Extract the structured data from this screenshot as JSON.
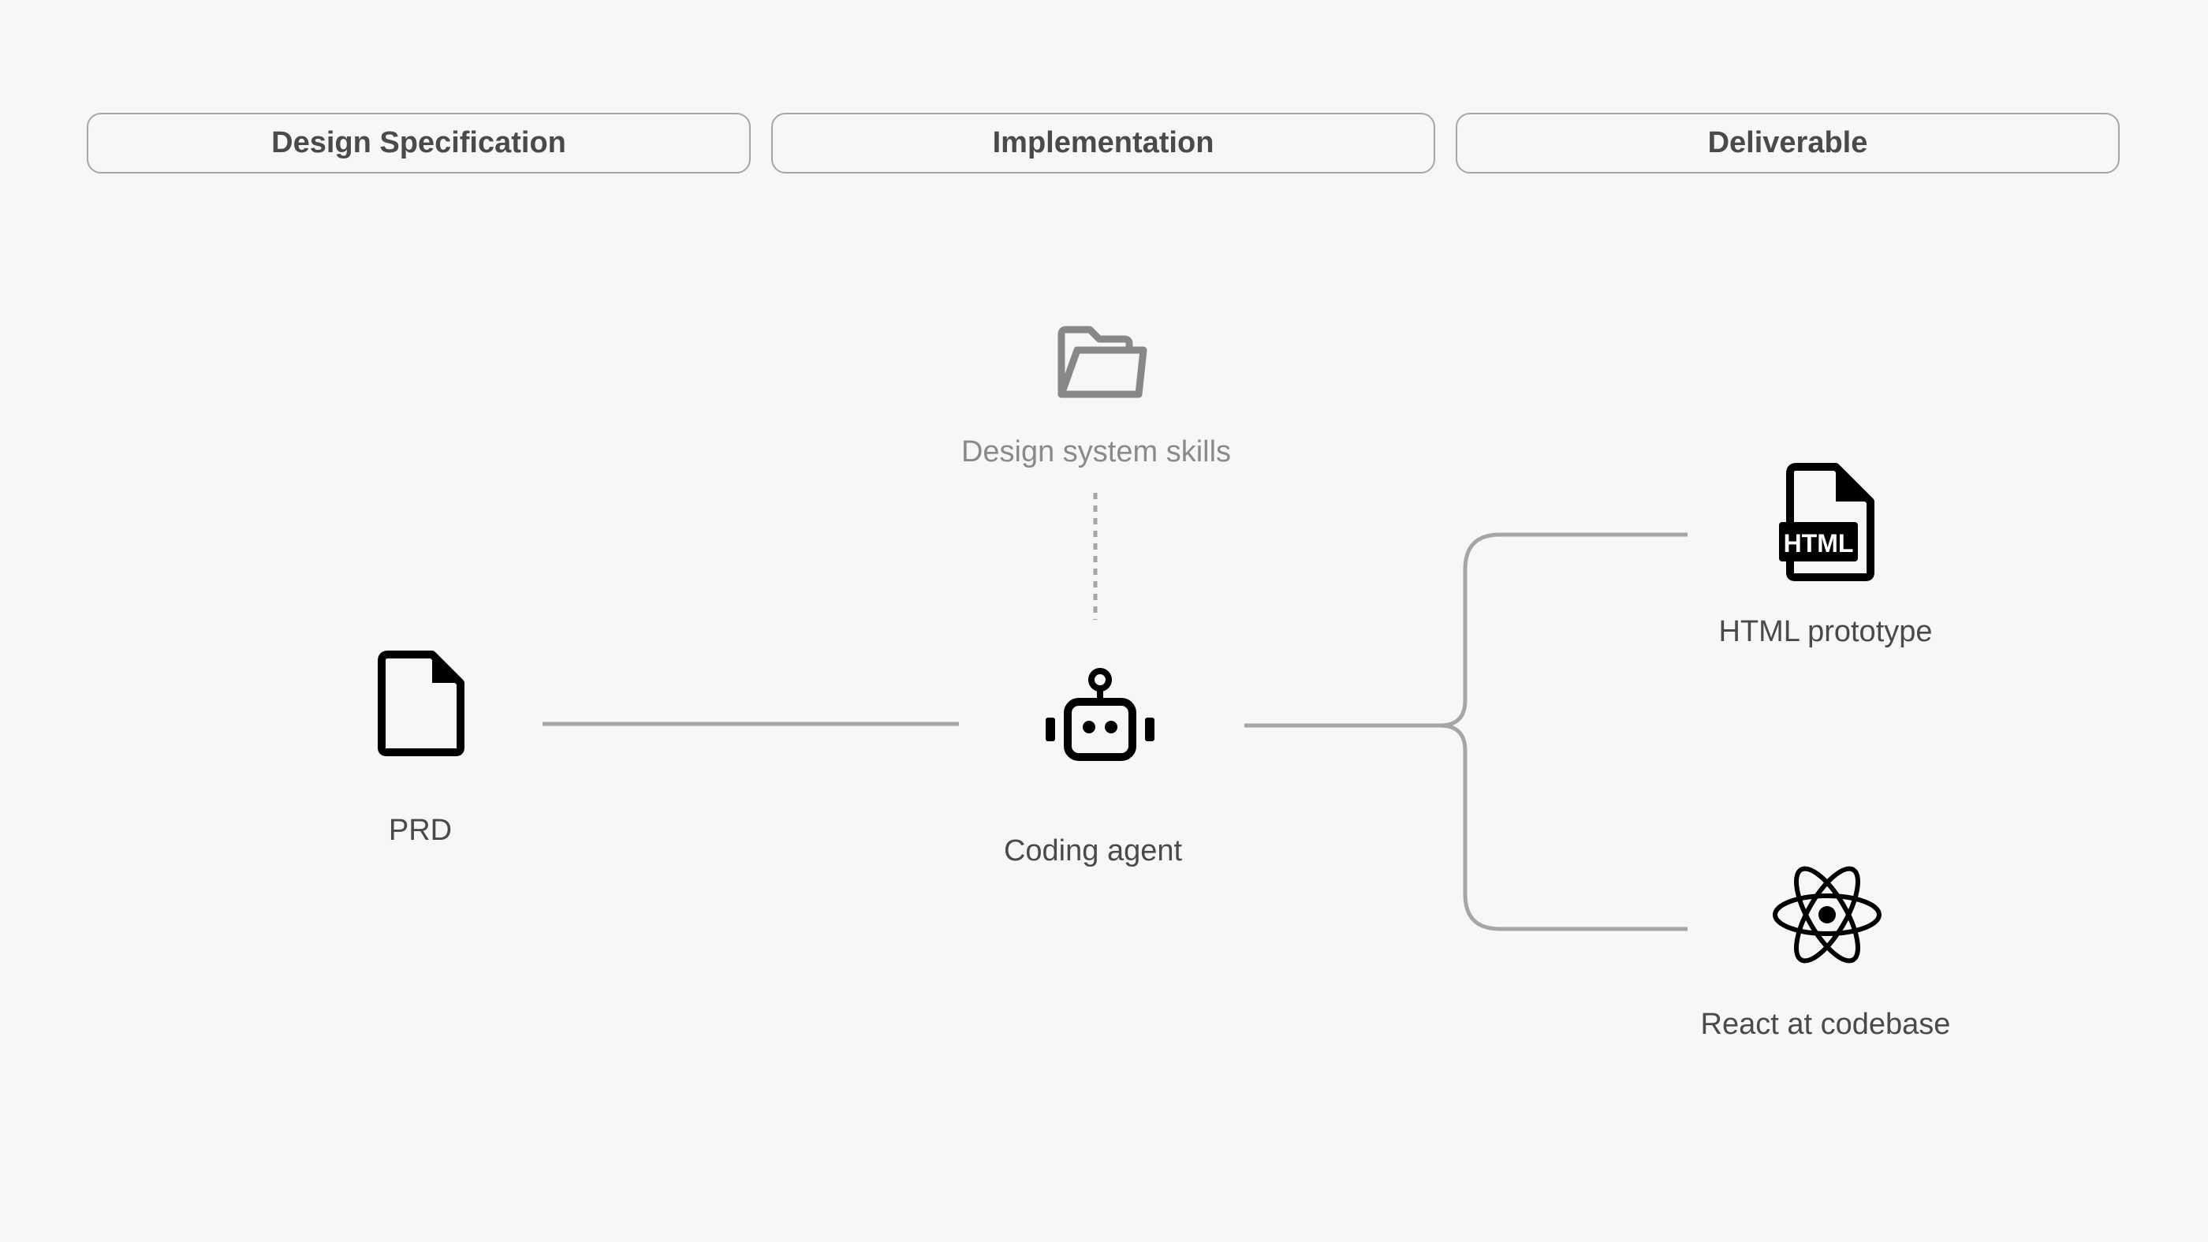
{
  "headers": {
    "spec": "Design Specification",
    "implementation": "Implementation",
    "deliverable": "Deliverable"
  },
  "nodes": {
    "prd": {
      "label": "PRD",
      "icon": "document-icon"
    },
    "skills": {
      "label": "Design system skills",
      "icon": "folder-open-icon"
    },
    "agent": {
      "label": "Coding agent",
      "icon": "robot-icon"
    },
    "html_prototype": {
      "label": "HTML prototype",
      "icon": "html-file-icon",
      "badge": "HTML"
    },
    "react": {
      "label": "React at codebase",
      "icon": "react-atom-icon"
    }
  },
  "colors": {
    "background": "#f7f7f7",
    "text": "#4a4a4a",
    "muted_text": "#8a8a8a",
    "connector": "#a6a6a6",
    "icon": "#000000",
    "muted_icon": "#888888"
  }
}
